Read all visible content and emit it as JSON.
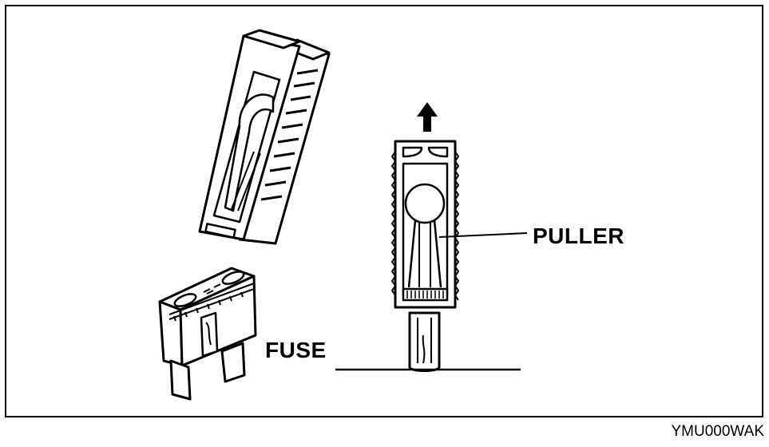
{
  "labels": {
    "puller": "PULLER",
    "fuse": "FUSE"
  },
  "figure_code": "YMU000WAK",
  "icons": {
    "arrow": "up-arrow-icon"
  }
}
